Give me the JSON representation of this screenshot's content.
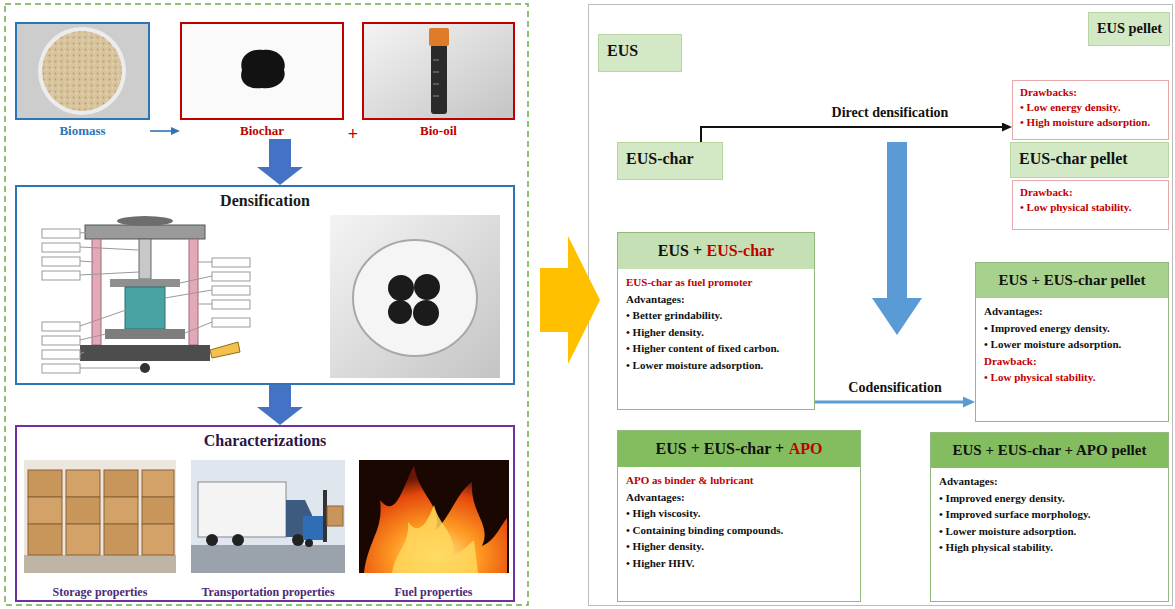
{
  "diagram": {
    "nodes": [
      {
        "text": [
          "Biomass"
        ]
      },
      {
        "text": [
          "Biochar"
        ]
      },
      {
        "text": [
          "Bio-oil"
        ]
      },
      {
        "text": [
          "Densification"
        ]
      },
      {
        "text": [
          "Characterizations"
        ]
      },
      {
        "text": [
          "Storage properties"
        ],
        "in": 4
      },
      {
        "text": [
          "Transportation properties"
        ],
        "in": 4
      },
      {
        "text": [
          "Fuel properties"
        ],
        "in": 4
      },
      {
        "text": [
          "EUS"
        ]
      },
      {
        "text": [
          "EUS pellet"
        ]
      },
      {
        "text": [
          "Drawbacks:",
          "• Low energy density.",
          "• High moisture adsorption."
        ]
      },
      {
        "text": [
          "EUS-char"
        ]
      },
      {
        "text": [
          "EUS-char pellet"
        ]
      },
      {
        "text": [
          "Drawback:",
          "• Low physical stability."
        ]
      },
      {
        "text": [
          "EUS +",
          "EUS-char",
          "EUS-char as fuel promoter",
          "Advantages:",
          "• Better grindability.",
          "• Higher density.",
          "• Higher content of fixed carbon.",
          "• Lower moisture adsorption."
        ]
      },
      {
        "text": [
          "EUS + EUS-char pellet",
          "Advantages:",
          "• Improved energy density.",
          "• Lower moisture adsorption.",
          "Drawback:",
          "• Low physical stability."
        ]
      },
      {
        "text": [
          "EUS + EUS-char +",
          "APO",
          "APO as binder & lubricant",
          "Advantages:",
          "• High viscosity.",
          "• Containing binding compounds.",
          "• Higher density.",
          "• Higher HHV."
        ]
      },
      {
        "text": [
          "EUS + EUS-char + APO pellet",
          "Advantages:",
          "• Improved energy density.",
          "• Improved surface morphology.",
          "• Lower moisture adsorption.",
          "• High physical stability."
        ]
      }
    ],
    "edges": [
      {
        "from": 0,
        "to": 1,
        "arrow": "to"
      },
      {
        "from": 1,
        "to": 3,
        "arrow": "to"
      },
      {
        "from": 3,
        "to": 4,
        "arrow": "to"
      },
      {
        "from": 11,
        "to": 10,
        "label": "Direct densification",
        "arrow": "to"
      },
      {
        "from": 14,
        "to": 15,
        "label": "Codensification",
        "arrow": "to"
      }
    ],
    "labels": [
      "+"
    ]
  }
}
